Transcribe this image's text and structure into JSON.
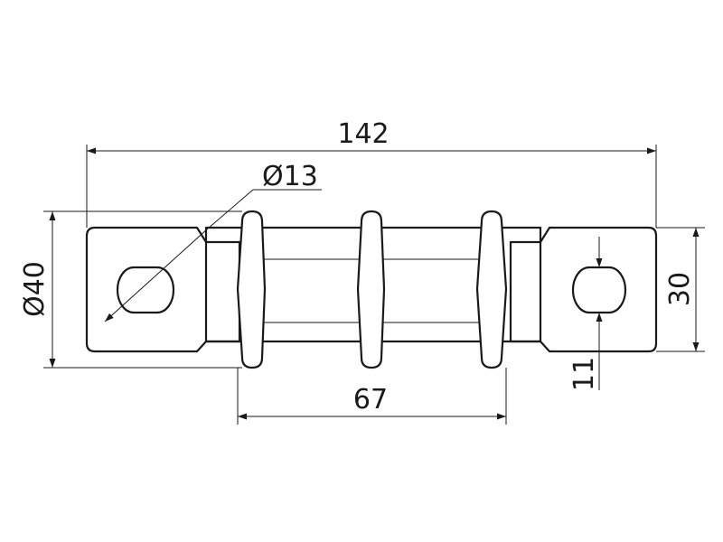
{
  "drawing": {
    "dimensions": {
      "overall_length": "142",
      "hole_diameter": "Ø13",
      "body_diameter": "Ø40",
      "tab_width": "30",
      "slot_width": "11",
      "ring_span": "67"
    }
  }
}
